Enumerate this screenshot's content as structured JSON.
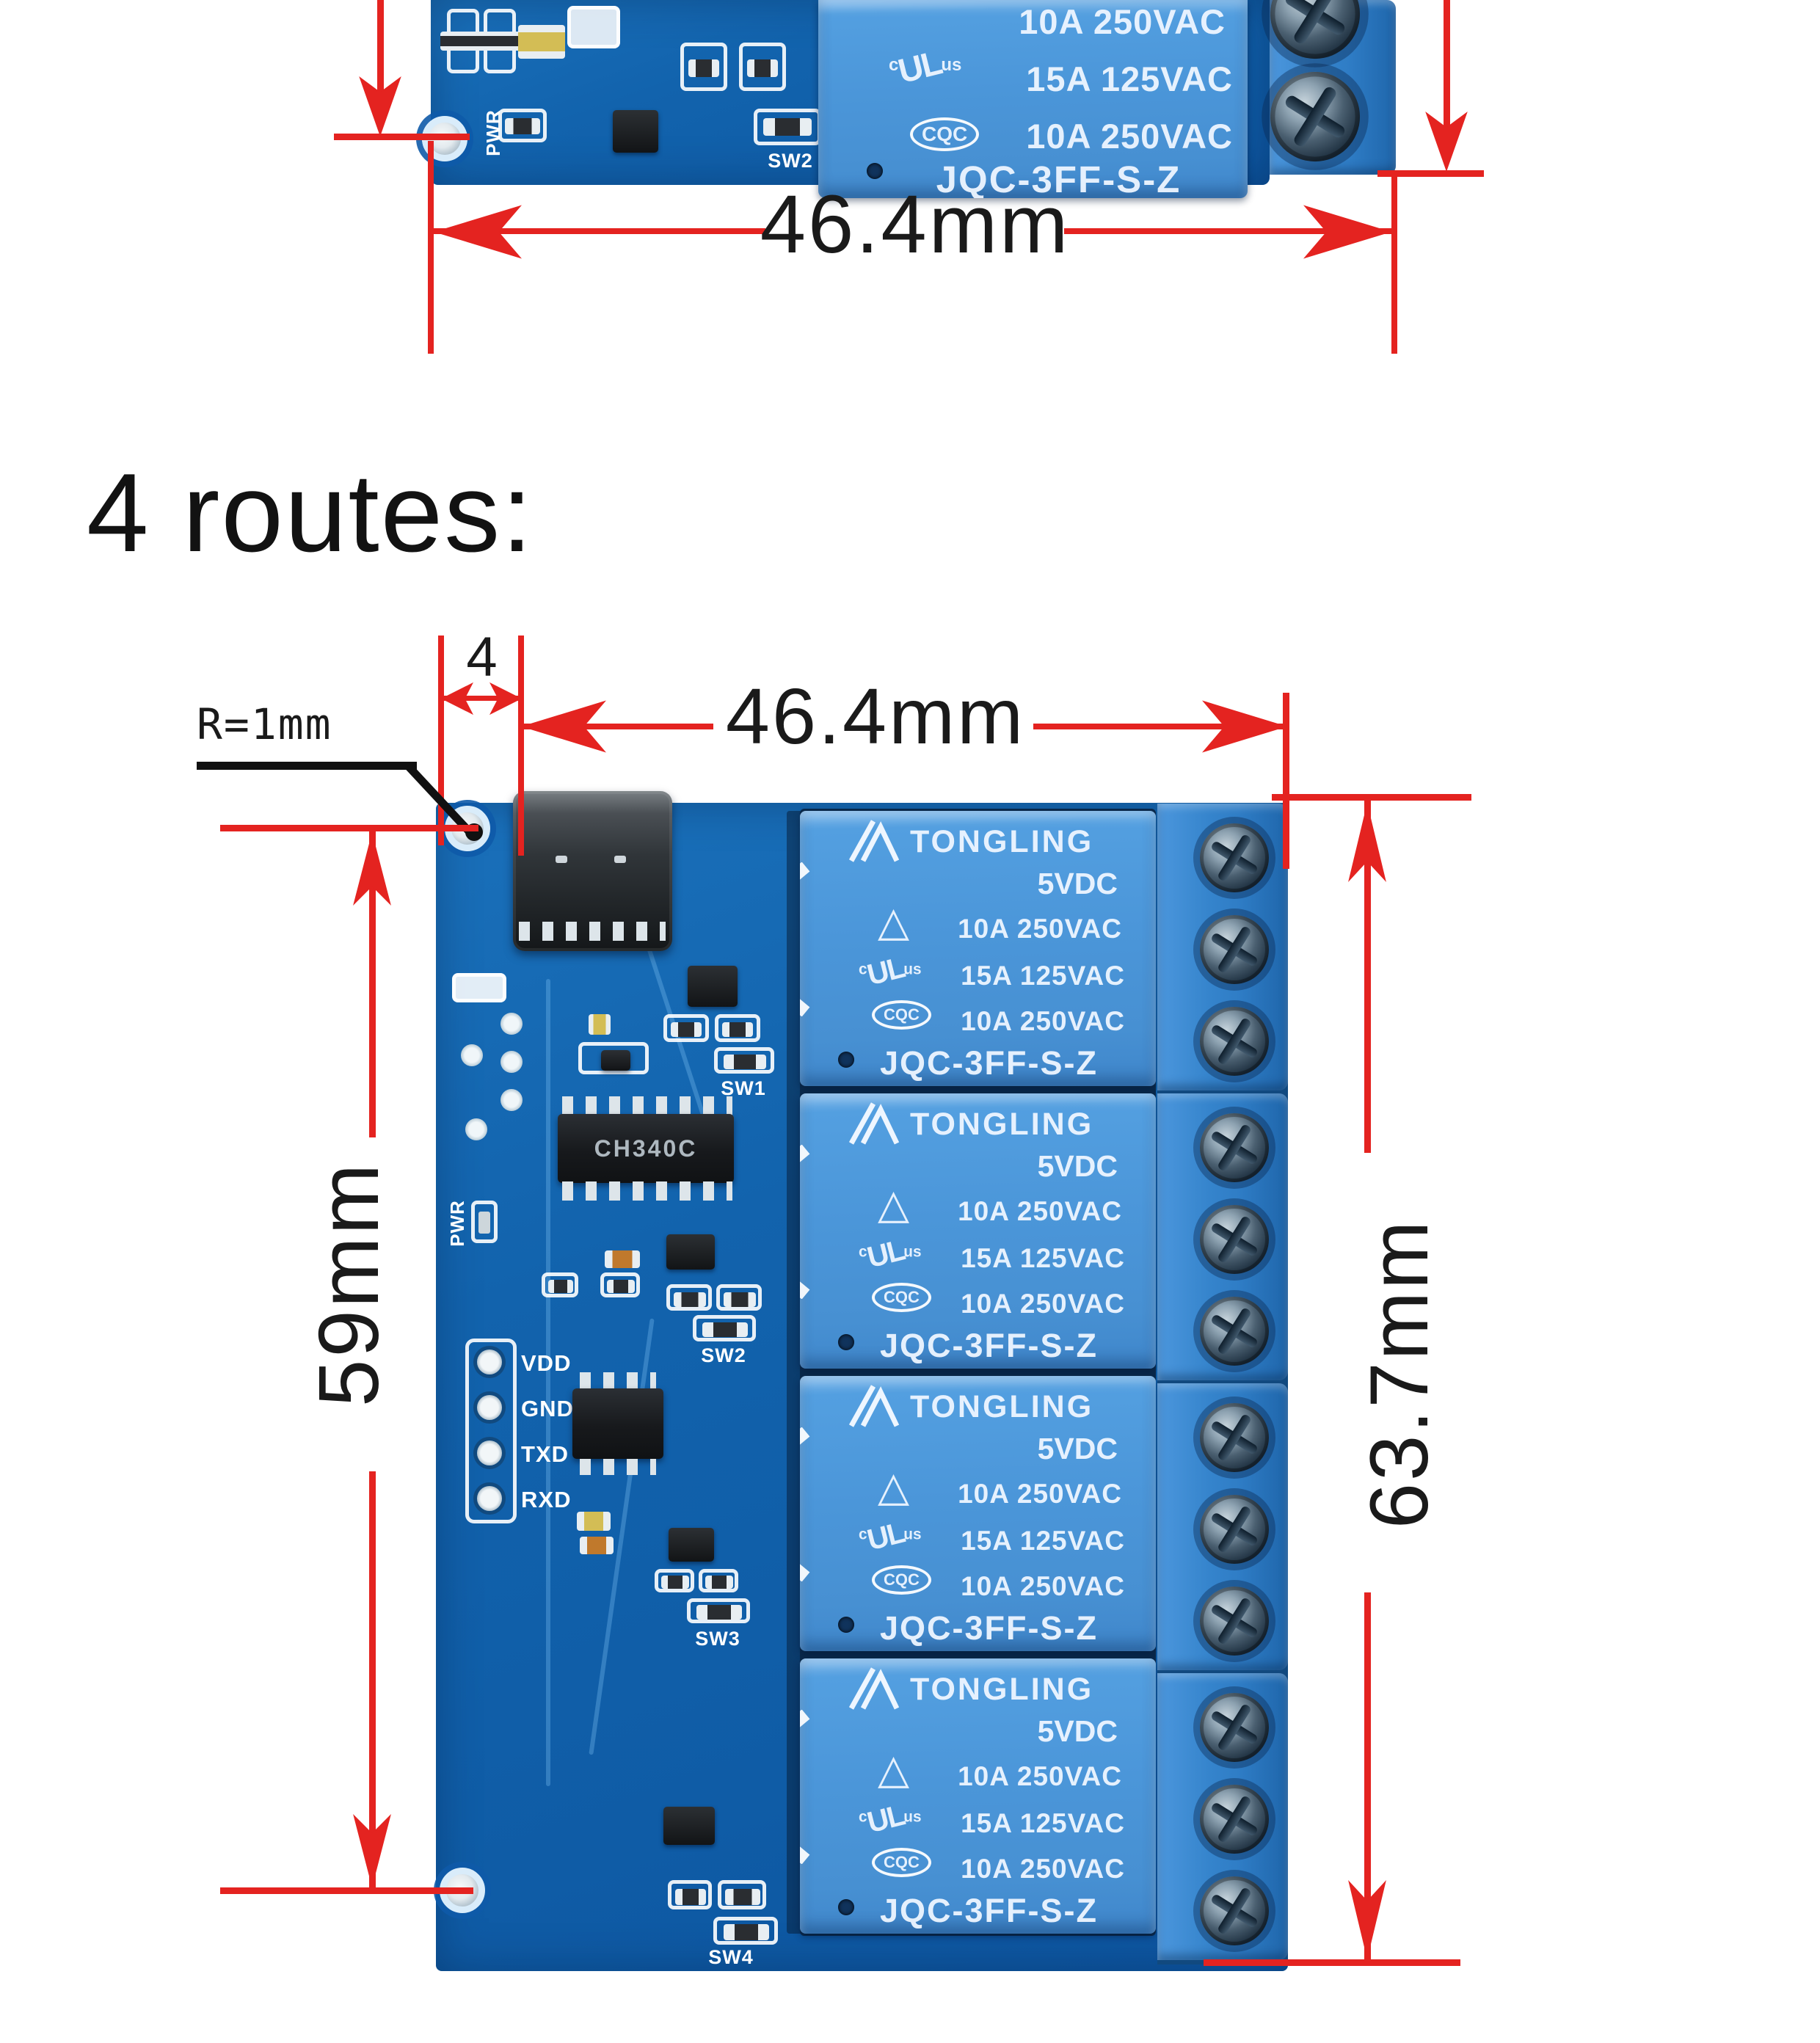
{
  "colors": {
    "annotation_red": "#e42320",
    "pcb_blue": "#1263ad",
    "relay_blue": "#4b96d9",
    "terminal_blue": "#2f7dc6",
    "dim_text_black": "#1a1a1a"
  },
  "heading": {
    "text": "4 routes:"
  },
  "icons": {
    "triangle_mark": "△",
    "ul_prefix": "c",
    "ul_text": "UL",
    "ul_suffix": "us",
    "cqc_text": "CQC"
  },
  "top_board": {
    "width_dim_label": "46.4mm",
    "silkscreen": {
      "pwr": "PWR",
      "sw": "SW2"
    },
    "relay": {
      "specs": [
        "10A 250VAC",
        "15A 125VAC",
        "10A 250VAC"
      ],
      "model": "JQC-3FF-S-Z"
    }
  },
  "main_board": {
    "dims": {
      "width": "46.4mm",
      "edge_offset": "4",
      "hole_radius": "R=1mm",
      "height_left": "59mm",
      "height_right": "63.7mm"
    },
    "silkscreen": {
      "pwr": "PWR",
      "chip": "CH340C",
      "pins": [
        "VDD",
        "GND",
        "TXD",
        "RXD"
      ],
      "sw": [
        "SW1",
        "SW2",
        "SW3",
        "SW4"
      ]
    },
    "relays": [
      {
        "brand": "TONGLING",
        "voltage": "5VDC",
        "specs": [
          "10A 250VAC",
          "15A 125VAC",
          "10A 250VAC"
        ],
        "model": "JQC-3FF-S-Z"
      },
      {
        "brand": "TONGLING",
        "voltage": "5VDC",
        "specs": [
          "10A 250VAC",
          "15A 125VAC",
          "10A 250VAC"
        ],
        "model": "JQC-3FF-S-Z"
      },
      {
        "brand": "TONGLING",
        "voltage": "5VDC",
        "specs": [
          "10A 250VAC",
          "15A 125VAC",
          "10A 250VAC"
        ],
        "model": "JQC-3FF-S-Z"
      },
      {
        "brand": "TONGLING",
        "voltage": "5VDC",
        "specs": [
          "10A 250VAC",
          "15A 125VAC",
          "10A 250VAC"
        ],
        "model": "JQC-3FF-S-Z"
      }
    ]
  }
}
